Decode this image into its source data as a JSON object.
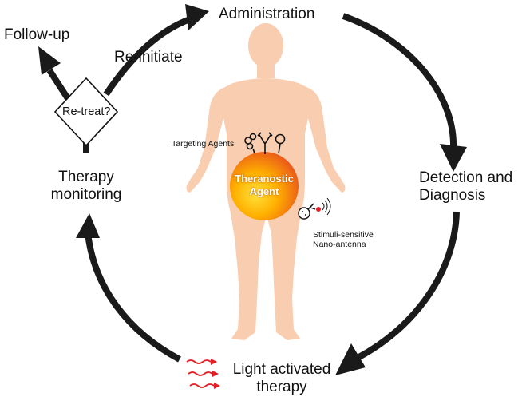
{
  "labels": {
    "administration": "Administration",
    "follow_up": "Follow-up",
    "re_initiate": "Re-initiate",
    "re_treat": "Re-treat?",
    "therapy_monitoring_1": "Therapy",
    "therapy_monitoring_2": "monitoring",
    "detection_1": "Detection and",
    "detection_2": "Diagnosis",
    "light_1": "Light activated",
    "light_2": "therapy",
    "targeting_agents": "Targeting Agents",
    "stimuli_1": "Stimuli-sensitive",
    "stimuli_2": "Nano-antenna",
    "agent_1": "Theranostic",
    "agent_2": "Agent"
  },
  "colors": {
    "arrow": "#1a1a1a",
    "body_silhouette": "#f8cdb0",
    "agent_core": "#ffcc00",
    "agent_edge": "#e8501c",
    "light_waves": "#e31e24"
  },
  "icons": [
    "antibody-icon",
    "peptide-icon",
    "aptamer-icon",
    "nano-antenna-icon",
    "light-wave-icon"
  ]
}
